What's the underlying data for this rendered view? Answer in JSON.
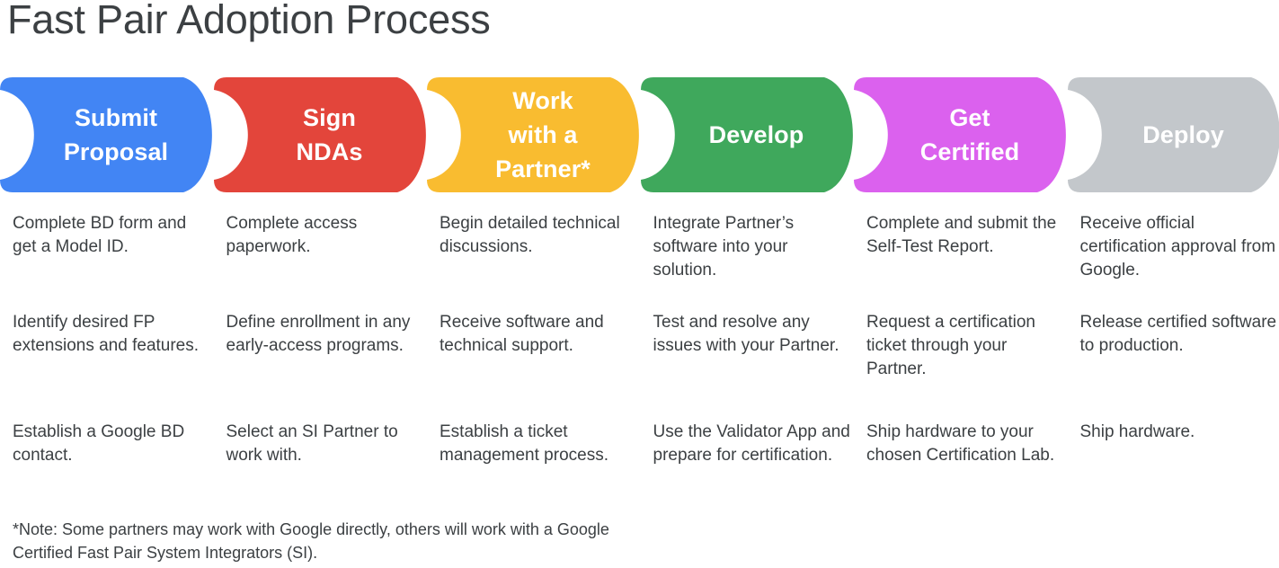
{
  "page_title": "Fast Pair Adoption Process",
  "banner": {
    "stages": [
      {
        "label": "Submit\nProposal",
        "color": "#4285F4",
        "name": "submit-proposal"
      },
      {
        "label": "Sign\nNDAs",
        "color": "#E3453B",
        "name": "sign-ndas"
      },
      {
        "label": "Work\nwith a\nPartner*",
        "color": "#F9BC30",
        "name": "work-with-a-partner"
      },
      {
        "label": "Develop",
        "color": "#3FA85C",
        "name": "develop"
      },
      {
        "label": "Get\nCertified",
        "color": "#DB61EE",
        "name": "get-certified"
      },
      {
        "label": "Deploy",
        "color": "#C3C7CB",
        "name": "deploy"
      }
    ]
  },
  "columns": [
    {
      "stage": "Submit Proposal",
      "items": [
        "Complete BD form and get a Model ID.",
        "Identify desired FP extensions and features.",
        "Establish a Google BD contact."
      ]
    },
    {
      "stage": "Sign NDAs",
      "items": [
        "Complete access paperwork.",
        "Define enrollment in any early-access programs.",
        "Select an SI Partner to work with."
      ]
    },
    {
      "stage": "Work with a Partner*",
      "items": [
        "Begin detailed technical discussions.",
        "Receive software and technical support.",
        "Establish a ticket management process."
      ]
    },
    {
      "stage": "Develop",
      "items": [
        "Integrate Partner’s software into your solution.",
        "Test and resolve any issues with your Partner.",
        "Use the Validator App and prepare for certification."
      ]
    },
    {
      "stage": "Get Certified",
      "items": [
        "Complete and submit the Self-Test Report.",
        "Request a certification ticket through your Partner.",
        "Ship hardware to your chosen Certification Lab."
      ]
    },
    {
      "stage": "Deploy",
      "items": [
        "Receive official certification approval from Google.",
        "Release certified software to production.",
        "Ship hardware."
      ]
    }
  ],
  "footnote": "*Note: Some partners may work with Google directly, others will work with a Google Certified Fast Pair System Integrators (SI)."
}
